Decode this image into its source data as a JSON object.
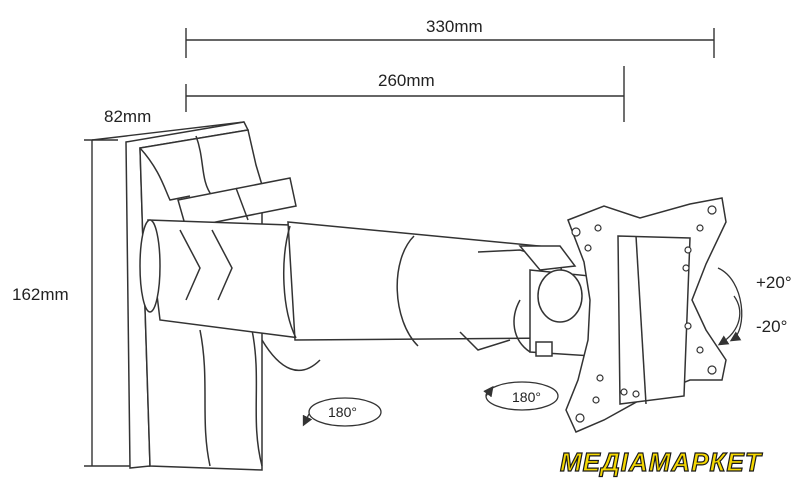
{
  "dimensions": {
    "overall_length": "330mm",
    "reach_length": "260mm",
    "plate_depth": "82mm",
    "plate_height": "162mm"
  },
  "rotation": {
    "arm_swivel": "180°",
    "head_swivel": "180°",
    "tilt_up": "+20°",
    "tilt_down": "-20°"
  },
  "branding": {
    "logo_text": "МЕДІАМАРКЕТ",
    "logo_fill": "#f5d800",
    "logo_outline": "#1a1a1a"
  },
  "colors": {
    "line": "#333333",
    "background": "#ffffff"
  }
}
